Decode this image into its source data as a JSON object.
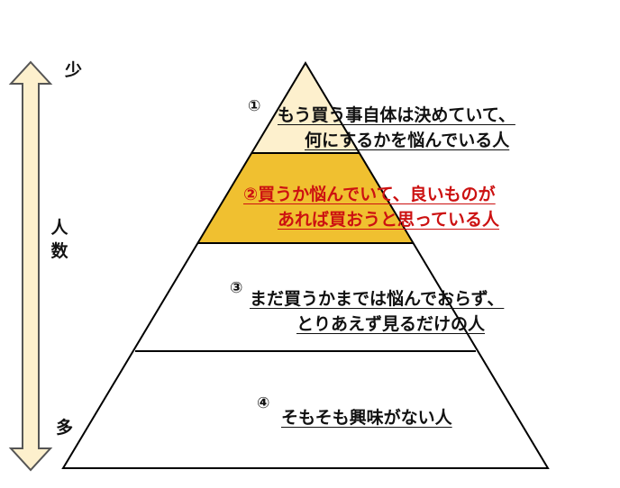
{
  "colors": {
    "tier1_fill": "#fdf0cd",
    "tier2_fill": "#f0c030",
    "outline": "#000000",
    "arrow_fill": "#fdf0cd",
    "arrow_stroke": "#555555",
    "highlight_text": "#cc1111"
  },
  "scale": {
    "top_label": "少",
    "bottom_label": "多",
    "middle_label_line1": "人",
    "middle_label_line2": "数"
  },
  "tiers": [
    {
      "number": "①",
      "line1": "もう買う事自体は決めていて、",
      "line2": "何にするかを悩んでいる人"
    },
    {
      "number": "②",
      "line1": "買うか悩んでいて、良いものが",
      "line2": "あれば買おうと思っている人"
    },
    {
      "number": "③",
      "line1": "まだ買うかまでは悩んでおらず、",
      "line2": "とりあえず見るだけの人"
    },
    {
      "number": "④",
      "line1": "そもそも興味がない人"
    }
  ]
}
